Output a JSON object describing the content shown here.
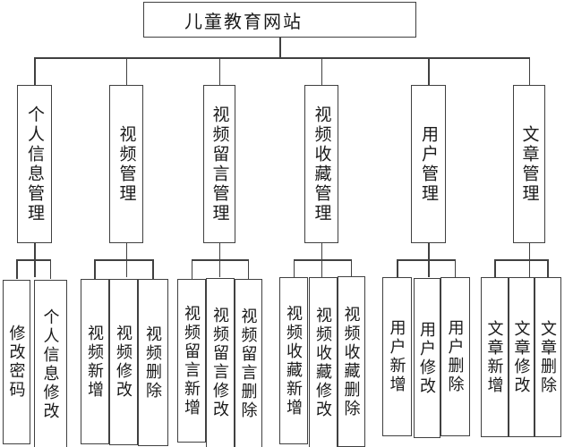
{
  "chart": {
    "root": "儿童教育网站",
    "branches": [
      {
        "label": "个人信息管理",
        "children": [
          "修改密码",
          "个人信息修改"
        ]
      },
      {
        "label": "视频管理",
        "children": [
          "视频新增",
          "视频修改",
          "视频删除"
        ]
      },
      {
        "label": "视频留言管理",
        "children": [
          "视频留言新增",
          "视频留言修改",
          "视频留言删除"
        ]
      },
      {
        "label": "视频收藏管理",
        "children": [
          "视频收藏新增",
          "视频收藏修改",
          "视频收藏删除"
        ]
      },
      {
        "label": "用户管理",
        "children": [
          "用户新增",
          "用户修改",
          "用户删除"
        ]
      },
      {
        "label": "文章管理",
        "children": [
          "文章新增",
          "文章修改",
          "文章删除"
        ]
      }
    ],
    "colors": {
      "line": "#404040",
      "border": "#404040",
      "text": "#1a1a1a",
      "background": "#ffffff"
    }
  }
}
